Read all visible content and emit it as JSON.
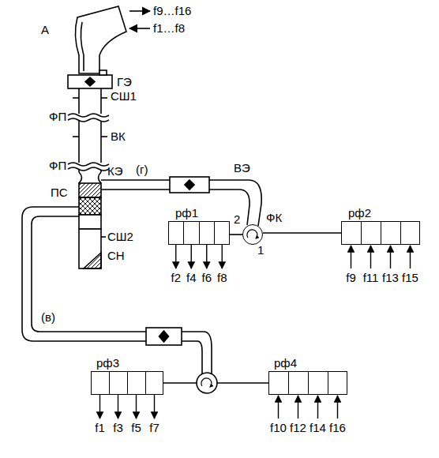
{
  "diagram": {
    "nodes": [
      {
        "text": [
          "рф1"
        ]
      },
      {
        "text": [
          "ФК"
        ]
      },
      {
        "text": [
          "рф2"
        ]
      },
      {
        "text": [
          "рф3"
        ]
      },
      {
        "text": [
          "рф4"
        ]
      }
    ],
    "edges": [
      {
        "from": 0,
        "to": 1,
        "arrow": "none"
      },
      {
        "from": 1,
        "to": 2,
        "arrow": "none"
      }
    ],
    "labels": [
      "А",
      "f9…f16",
      "f1…f8",
      "ГЭ",
      "СШ1",
      "ФП",
      "ВК",
      "ФП",
      "КЭ",
      "ПС",
      "(г)",
      "ВЭ",
      "СШ2",
      "СН",
      "2",
      "1",
      "f2",
      "f4",
      "f6",
      "f8",
      "f9",
      "f11",
      "f13",
      "f15",
      "(в)",
      "f1",
      "f3",
      "f5",
      "f7",
      "f10",
      "f12",
      "f14",
      "f16"
    ]
  }
}
